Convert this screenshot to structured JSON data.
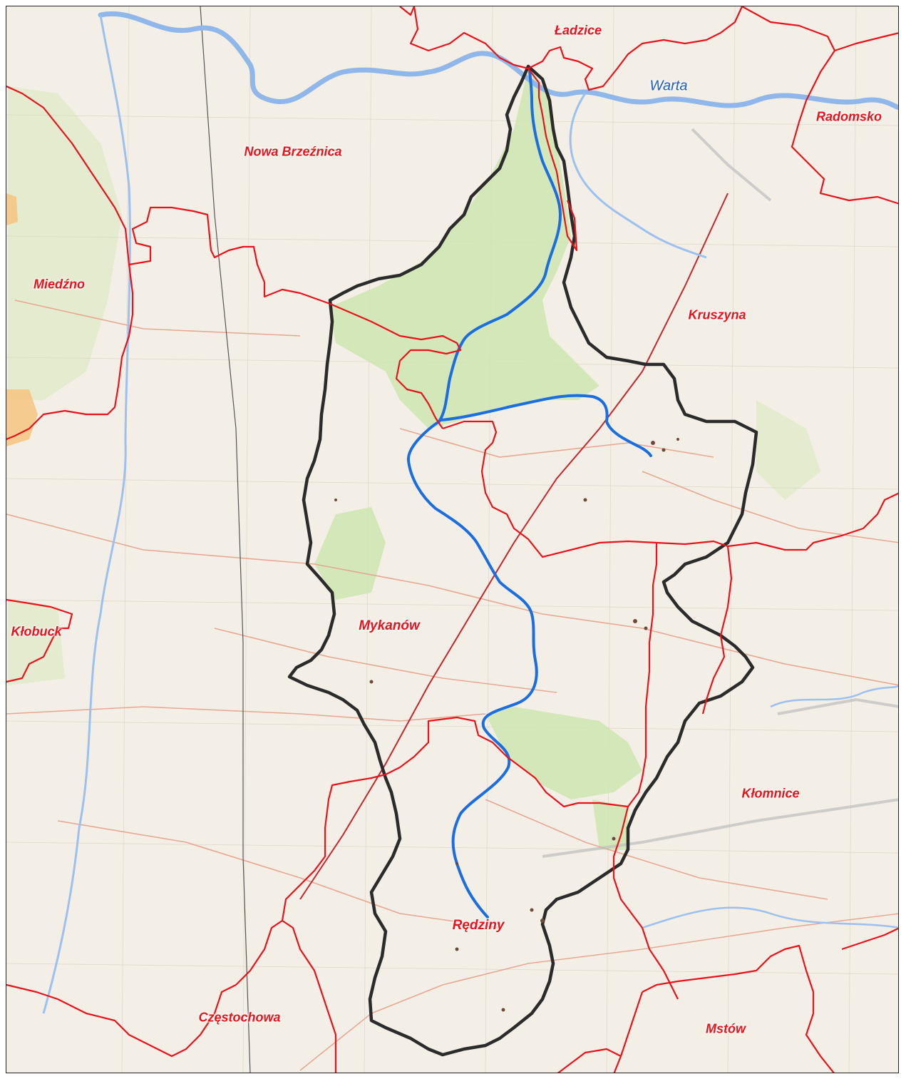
{
  "map": {
    "colors": {
      "boundary_gmina": "#e8131b",
      "boundary_catchment": "#2b2b2b",
      "river_main": "#1a6ee0",
      "river_warta": "#8fb7ea",
      "forest": "#cfe6b2",
      "background": "#f3efe6"
    },
    "labels": {
      "ladzice": "Ładzice",
      "warta": "Warta",
      "radomsko": "Radomsko",
      "nowa_brzeznica": "Nowa Brzeźnica",
      "miedzno": "Miedźno",
      "kruszyna": "Kruszyna",
      "klobuck": "Kłobuck",
      "mykanow": "Mykanów",
      "klomnice": "Kłomnice",
      "redziny": "Rędziny",
      "czestochowa": "Częstochowa",
      "mstow": "Mstów"
    }
  }
}
